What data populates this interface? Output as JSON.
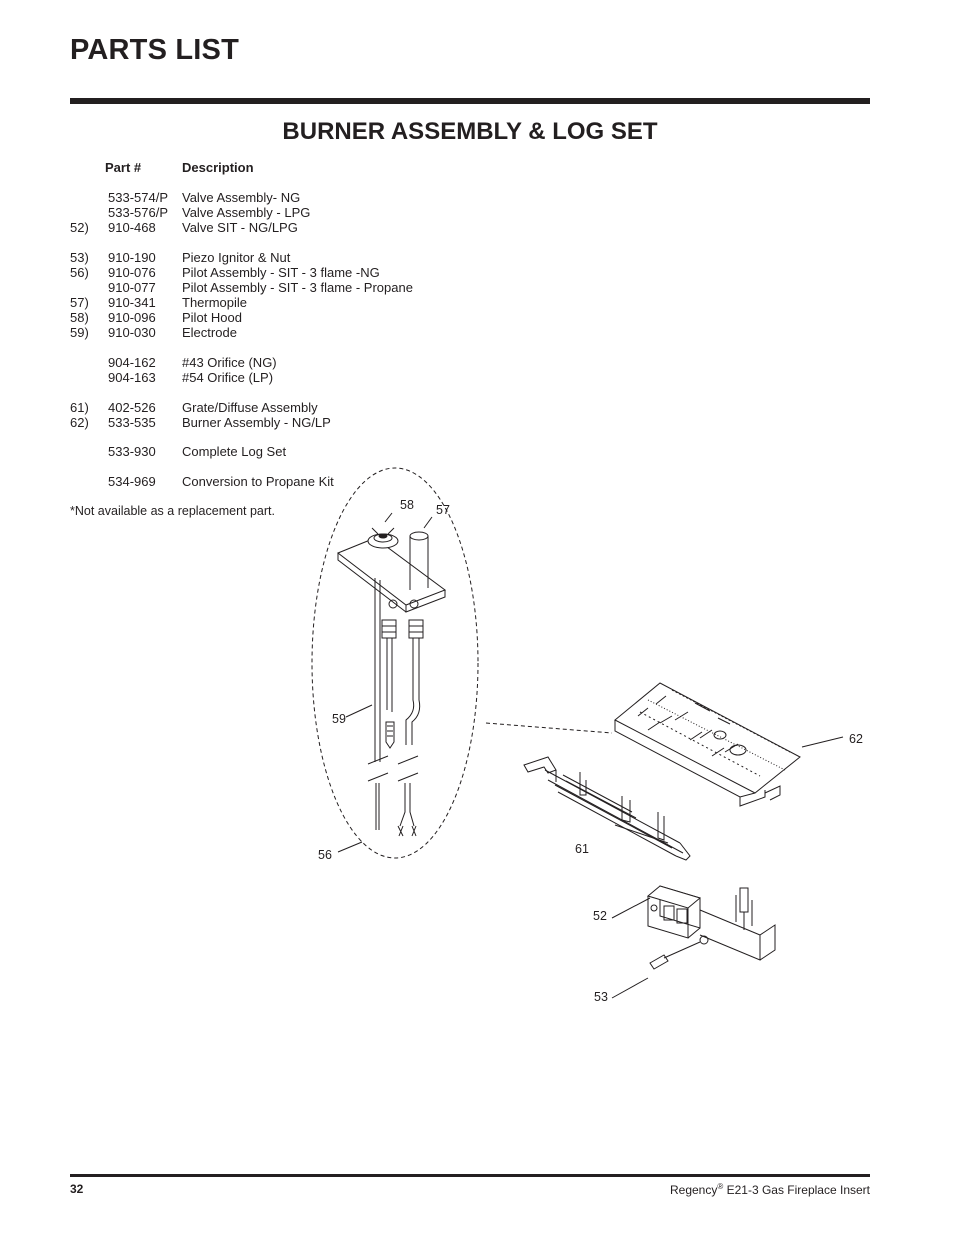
{
  "page": {
    "title": "PARTS LIST",
    "section_title": "BURNER ASSEMBLY & LOG SET"
  },
  "table": {
    "headers": {
      "part": "Part #",
      "description": "Description"
    },
    "rows": [
      {
        "item": "",
        "part": "533-574/P",
        "description": "Valve Assembly- NG"
      },
      {
        "item": "",
        "part": "533-576/P",
        "description": "Valve Assembly - LPG"
      },
      {
        "item": "52)",
        "part": "910-468",
        "description": "Valve SIT - NG/LPG"
      },
      {
        "item": "53)",
        "part": "910-190",
        "description": "Piezo Ignitor & Nut"
      },
      {
        "item": "56)",
        "part": "910-076",
        "description": "Pilot Assembly - SIT - 3 flame -NG"
      },
      {
        "item": "",
        "part": "910-077",
        "description": "Pilot Assembly - SIT - 3 flame - Propane"
      },
      {
        "item": "57)",
        "part": "910-341",
        "description": "Thermopile"
      },
      {
        "item": "58)",
        "part": "910-096",
        "description": "Pilot Hood"
      },
      {
        "item": "59)",
        "part": "910-030",
        "description": "Electrode"
      },
      {
        "item": "",
        "part": "904-162",
        "description": "#43 Orifice (NG)"
      },
      {
        "item": "",
        "part": "904-163",
        "description": "#54 Orifice (LP)"
      },
      {
        "item": "61)",
        "part": "402-526",
        "description": "Grate/Diffuse Assembly"
      },
      {
        "item": "62)",
        "part": "533-535",
        "description": "Burner Assembly - NG/LP"
      },
      {
        "item": "",
        "part": "533-930",
        "description": "Complete Log Set"
      },
      {
        "item": "",
        "part": "534-969",
        "description": "Conversion to Propane Kit"
      }
    ],
    "footnote": "*Not available as a replacement part."
  },
  "diagram": {
    "callouts": {
      "c58": "58",
      "c57": "57",
      "c59": "59",
      "c56": "56",
      "c62": "62",
      "c61": "61",
      "c52": "52",
      "c53": "53"
    }
  },
  "footer": {
    "page_number": "32",
    "brand": "Regency",
    "registered_mark": "®",
    "product": " E21-3 Gas Fireplace Insert"
  },
  "colors": {
    "ink": "#231f20",
    "paper": "#ffffff"
  }
}
